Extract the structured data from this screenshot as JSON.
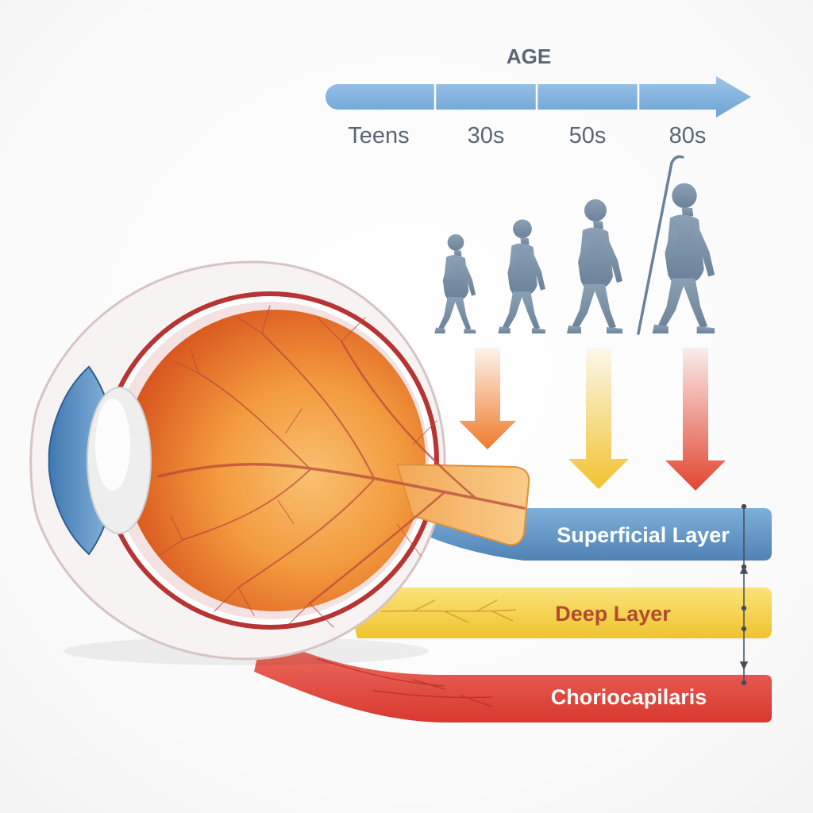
{
  "age_axis": {
    "title": "AGE",
    "stages": [
      "Teens",
      "30s",
      "50s",
      "80s"
    ]
  },
  "layers": [
    {
      "label": "Superficial Layer",
      "color": "#5b8fbf"
    },
    {
      "label": "Deep Layer",
      "color": "#f2cd3c"
    },
    {
      "label": "Choriocapilaris",
      "color": "#e04a42"
    }
  ],
  "colors": {
    "timeline": "#7eb0dc",
    "figures": "#7d94aa",
    "text": "#5a6675",
    "eye_retina": "#f08a2a",
    "vessels": "#b84a3a",
    "arrow_orange": "#f07a2a",
    "arrow_yellow": "#f2c230",
    "arrow_red": "#e2452f"
  },
  "icons": [
    "walking-person-icon",
    "cane-icon",
    "down-arrow-icon"
  ]
}
